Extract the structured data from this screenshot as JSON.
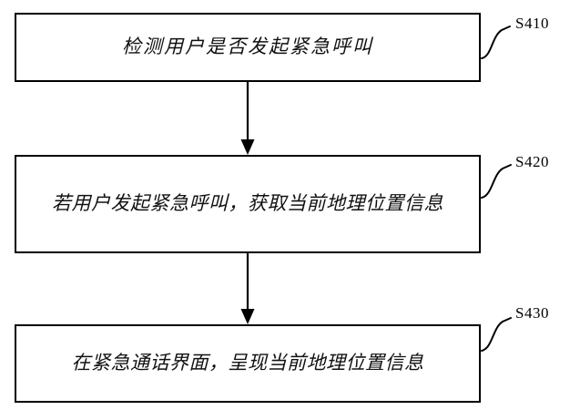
{
  "diagram": {
    "type": "flowchart",
    "orientation": "vertical",
    "background_color": "#ffffff",
    "line_color": "#000000",
    "nodes": [
      {
        "id": "S410",
        "shape": "rectangle",
        "text": "检测用户是否发起紧急呼叫",
        "step_label": "S410"
      },
      {
        "id": "S420",
        "shape": "rectangle",
        "text": "若用户发起紧急呼叫，获取当前地理位置信息",
        "step_label": "S420"
      },
      {
        "id": "S430",
        "shape": "rectangle",
        "text": "在紧急通话界面，呈现当前地理位置信息",
        "step_label": "S430"
      }
    ],
    "connectors": [
      {
        "from": "S410",
        "to": "S420",
        "style": "arrow-down"
      },
      {
        "from": "S420",
        "to": "S430",
        "style": "arrow-down"
      }
    ],
    "leader_lines": [
      {
        "for": "S410",
        "style": "s-curve"
      },
      {
        "for": "S420",
        "style": "s-curve"
      },
      {
        "for": "S430",
        "style": "s-curve"
      }
    ]
  }
}
